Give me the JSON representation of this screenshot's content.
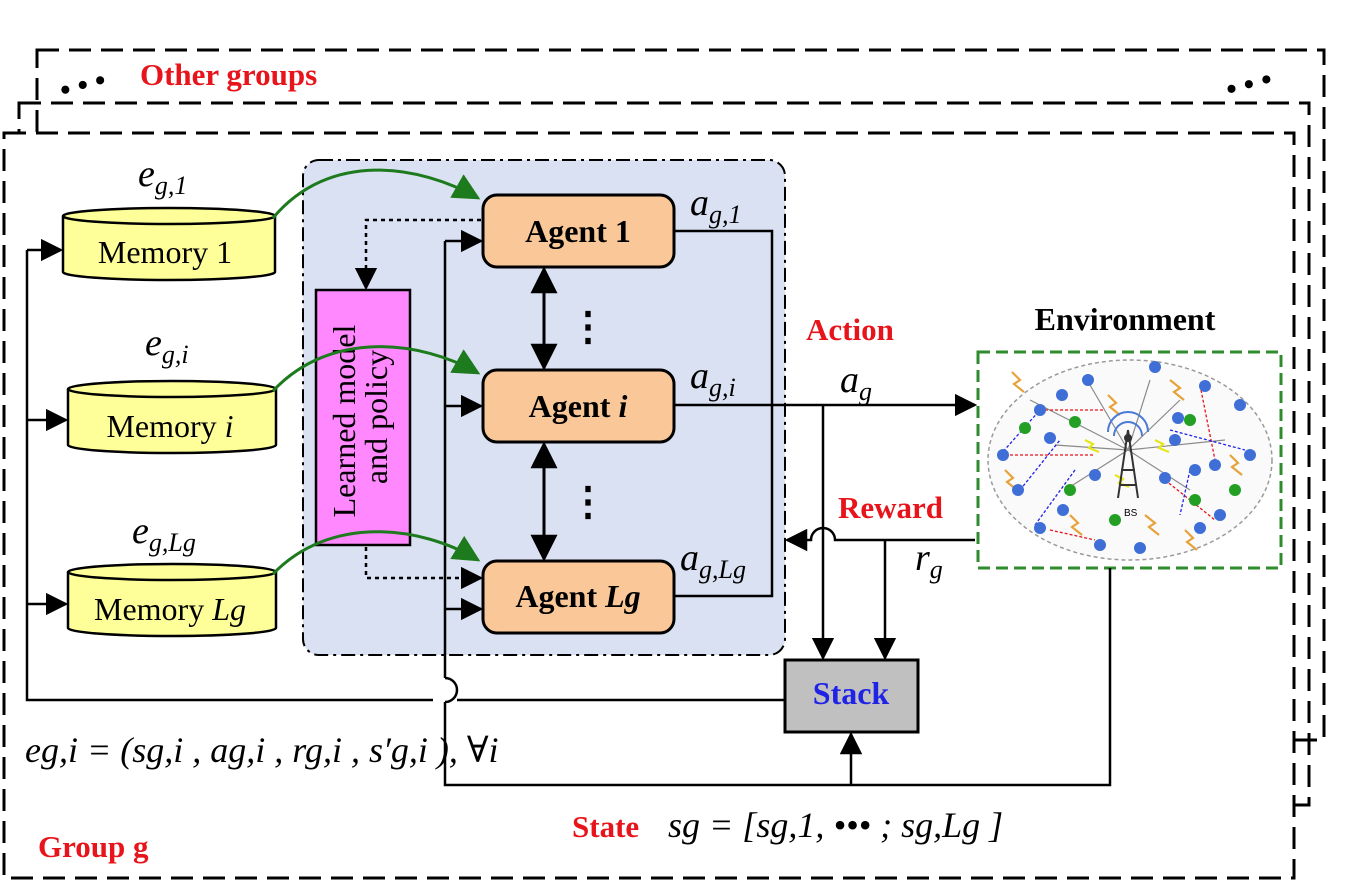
{
  "labels": {
    "other_groups": "Other groups",
    "group": "Group g",
    "action": "Action",
    "reward": "Reward",
    "state": "State",
    "environment": "Environment",
    "stack": "Stack",
    "learned_line1": "Learned model",
    "learned_line2": "and policy",
    "bs": "BS",
    "dots_h": "• • •",
    "dots_v": "⋮"
  },
  "memories": [
    {
      "prefix": "Memory ",
      "suffix": "1",
      "exp_base": "e",
      "exp_sub": "g,1"
    },
    {
      "prefix": "Memory ",
      "suffix": "i",
      "exp_base": "e",
      "exp_sub": "g,i"
    },
    {
      "prefix": "Memory ",
      "suffix": "Lg",
      "exp_base": "e",
      "exp_sub": "g,Lg"
    }
  ],
  "agents": [
    {
      "prefix": "Agent ",
      "suffix": "1",
      "act_base": "a",
      "act_sub": "g,1"
    },
    {
      "prefix": "Agent ",
      "suffix": "i",
      "act_base": "a",
      "act_sub": "g,i"
    },
    {
      "prefix": "Agent ",
      "suffix": "Lg",
      "act_base": "a",
      "act_sub": "g,Lg"
    }
  ],
  "signals": {
    "action_base": "a",
    "action_sub": "g",
    "reward_base": "r",
    "reward_sub": "g"
  },
  "formulas": {
    "experience": "eg,i = (sg,i , ag,i , rg,i , s′g,i ), ∀i",
    "state": "sg = [sg,1, ••• ; sg,Lg ]"
  },
  "colors": {
    "red": "#e8141b",
    "blue": "#1f23e6",
    "green_arrow": "#1d7a1d",
    "env_border": "#2e8b2e",
    "memory_fill": "#ffff99",
    "agent_fill": "#fac898",
    "learned_fill": "#ff88ff",
    "inner_fill": "#dae1f3",
    "stack_fill": "#c0c0c0"
  }
}
